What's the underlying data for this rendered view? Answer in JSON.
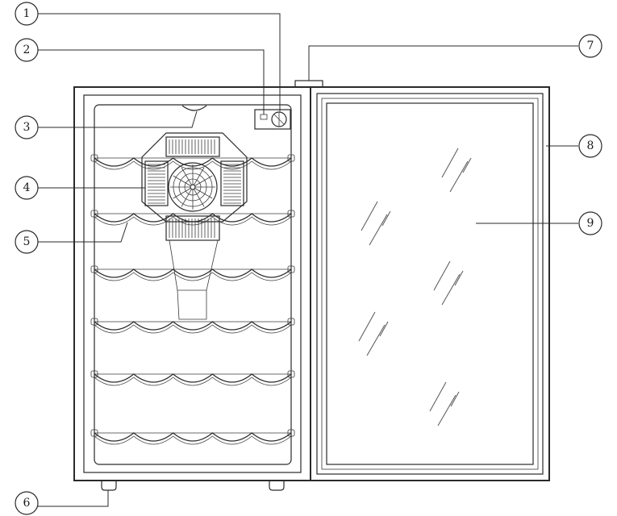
{
  "callouts": [
    {
      "label": "1"
    },
    {
      "label": "2"
    },
    {
      "label": "3"
    },
    {
      "label": "4"
    },
    {
      "label": "5"
    },
    {
      "label": "6"
    },
    {
      "label": "7"
    },
    {
      "label": "8"
    },
    {
      "label": "9"
    }
  ],
  "colors": {
    "line": "#2a2a2a",
    "background": "#ffffff"
  }
}
